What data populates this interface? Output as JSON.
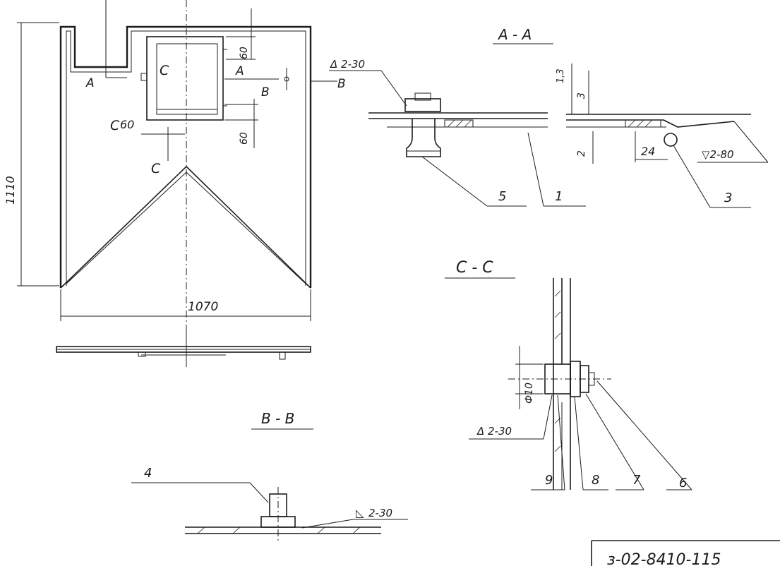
{
  "drawing_number": "з-02-8410-115",
  "sections": {
    "aa_title": "A - A",
    "bb_title": "B - B",
    "cc_title": "C - C"
  },
  "dimensions": {
    "width": "1070",
    "height": "1110",
    "d60_top": "60",
    "d60_bottom": "60",
    "d60_left": "60",
    "d24": "24",
    "d2": "2",
    "d3": "3",
    "d13": "1,3",
    "d10": "Ф10"
  },
  "welds": {
    "aa_weld": "Δ 2-30",
    "aa_weld2": "▽2-80",
    "bb_weld": "2-30",
    "cc_weld": "Δ 2-30"
  },
  "section_marks": {
    "a_left": "A",
    "a_right": "A",
    "b_mid": "B",
    "b_right": "B",
    "c_top": "C",
    "c_bottom": "C",
    "c_left": "C"
  },
  "parts": {
    "p1": "1",
    "p3": "3",
    "p4": "4",
    "p5": "5",
    "p6": "6",
    "p7": "7",
    "p8": "8",
    "p9": "9"
  }
}
